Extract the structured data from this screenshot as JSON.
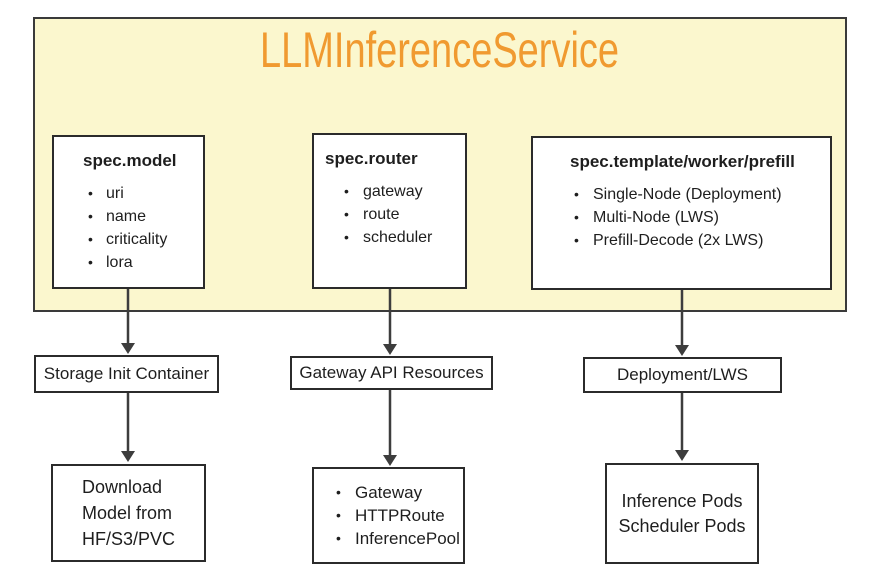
{
  "diagram": {
    "title": "LLMInferenceService",
    "colors": {
      "title_orange": "#F09A30",
      "container_fill": "#FBF7CE",
      "container_border": "#3A3A3A",
      "box_border": "#2B2B2B",
      "arrow": "#3D3D3D",
      "text": "#1E1E1E"
    },
    "columns": [
      {
        "spec": {
          "header": "spec.model",
          "items": [
            "uri",
            "name",
            "criticality",
            "lora"
          ]
        },
        "resource": "Storage Init Container",
        "result": {
          "lines": [
            "Download",
            "Model from",
            "HF/S3/PVC"
          ]
        }
      },
      {
        "spec": {
          "header": "spec.router",
          "items": [
            "gateway",
            "route",
            "scheduler"
          ]
        },
        "resource": "Gateway API Resources",
        "result": {
          "items": [
            "Gateway",
            "HTTPRoute",
            "InferencePool"
          ]
        }
      },
      {
        "spec": {
          "header": "spec.template/worker/prefill",
          "items": [
            "Single-Node (Deployment)",
            "Multi-Node (LWS)",
            "Prefill-Decode (2x LWS)"
          ]
        },
        "resource": "Deployment/LWS",
        "result": {
          "lines": [
            "Inference Pods",
            "Scheduler Pods"
          ]
        }
      }
    ]
  }
}
